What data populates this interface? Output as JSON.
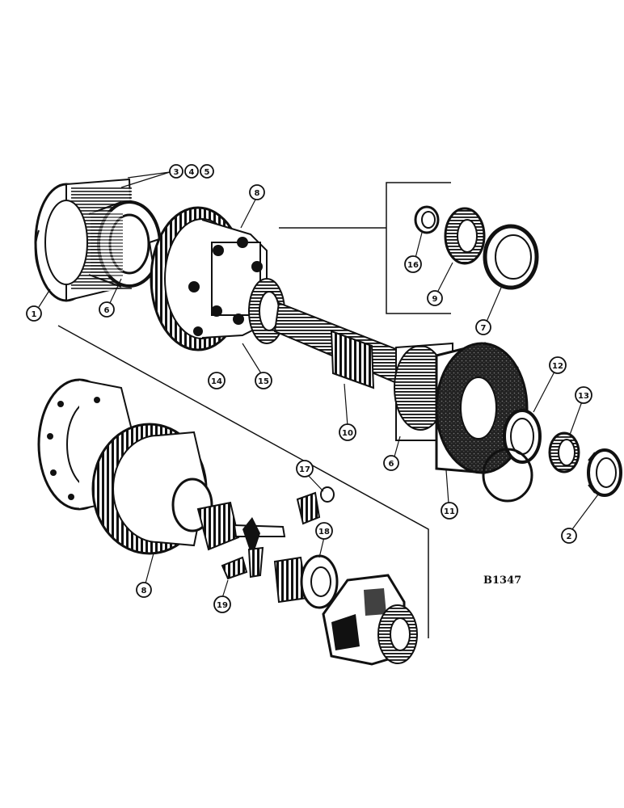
{
  "figure_id": "B1347",
  "callouts": {
    "c1": "1",
    "c2": "2",
    "c3": "3",
    "c4": "4",
    "c5": "5",
    "c6a": "6",
    "c6b": "6",
    "c7": "7",
    "c8a": "8",
    "c8b": "8",
    "c9": "9",
    "c10": "10",
    "c11": "11",
    "c12": "12",
    "c13": "13",
    "c14": "14",
    "c15": "15",
    "c16": "16",
    "c17": "17",
    "c18": "18",
    "c19": "19"
  }
}
